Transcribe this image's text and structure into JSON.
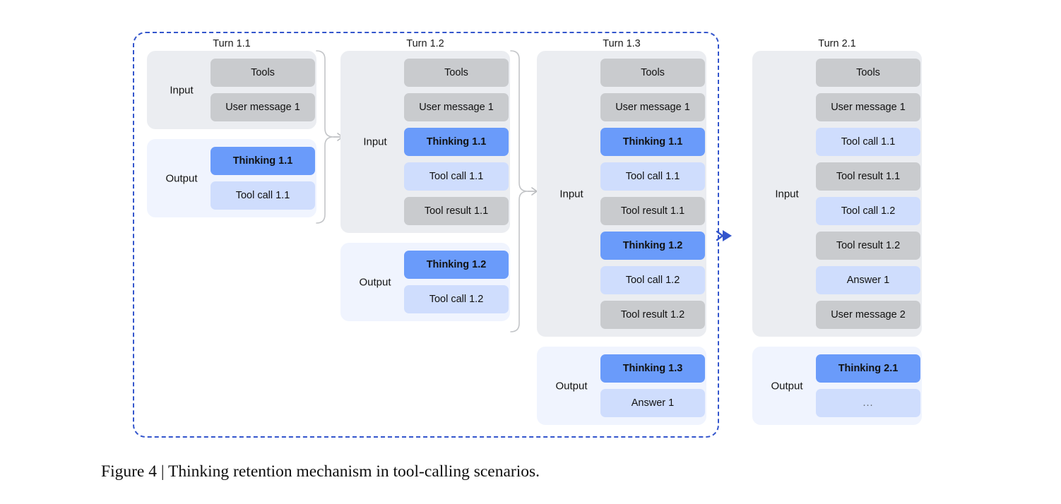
{
  "figure": {
    "caption": "Figure 4 | Thinking retention mechanism in tool-calling scenarios.",
    "top_cut_text": "",
    "colors": {
      "dashed_group_border": "#3355cc",
      "flow_arrow": "#3355cc",
      "input_section_bg": "#ebedf1",
      "output_section_bg": "#f0f4fe",
      "chip_gray": "#c9cbce",
      "chip_blue_strong": "#6a9bfa",
      "chip_blue_light": "#cfddfd",
      "brace": "#c3c5c8"
    }
  },
  "columns": [
    {
      "title": "Turn 1.1",
      "input": {
        "label": "Input",
        "items": [
          {
            "text": "Tools",
            "style": "gray"
          },
          {
            "text": "User message 1",
            "style": "gray"
          }
        ]
      },
      "output": {
        "label": "Output",
        "items": [
          {
            "text": "Thinking 1.1",
            "style": "blue-strong"
          },
          {
            "text": "Tool call 1.1",
            "style": "blue-light"
          }
        ]
      }
    },
    {
      "title": "Turn 1.2",
      "input": {
        "label": "Input",
        "items": [
          {
            "text": "Tools",
            "style": "gray"
          },
          {
            "text": "User message 1",
            "style": "gray"
          },
          {
            "text": "Thinking 1.1",
            "style": "blue-strong"
          },
          {
            "text": "Tool call 1.1",
            "style": "blue-light"
          },
          {
            "text": "Tool result 1.1",
            "style": "gray"
          }
        ]
      },
      "output": {
        "label": "Output",
        "items": [
          {
            "text": "Thinking 1.2",
            "style": "blue-strong"
          },
          {
            "text": "Tool call 1.2",
            "style": "blue-light"
          }
        ]
      }
    },
    {
      "title": "Turn 1.3",
      "input": {
        "label": "Input",
        "items": [
          {
            "text": "Tools",
            "style": "gray"
          },
          {
            "text": "User message 1",
            "style": "gray"
          },
          {
            "text": "Thinking 1.1",
            "style": "blue-strong"
          },
          {
            "text": "Tool call 1.1",
            "style": "blue-light"
          },
          {
            "text": "Tool result 1.1",
            "style": "gray"
          },
          {
            "text": "Thinking 1.2",
            "style": "blue-strong"
          },
          {
            "text": "Tool call 1.2",
            "style": "blue-light"
          },
          {
            "text": "Tool result 1.2",
            "style": "gray"
          }
        ]
      },
      "output": {
        "label": "Output",
        "items": [
          {
            "text": "Thinking 1.3",
            "style": "blue-strong"
          },
          {
            "text": "Answer 1",
            "style": "blue-light"
          }
        ]
      }
    },
    {
      "title": "Turn 2.1",
      "input": {
        "label": "Input",
        "items": [
          {
            "text": "Tools",
            "style": "gray"
          },
          {
            "text": "User message 1",
            "style": "gray"
          },
          {
            "text": "Tool call 1.1",
            "style": "blue-light"
          },
          {
            "text": "Tool result 1.1",
            "style": "gray"
          },
          {
            "text": "Tool call 1.2",
            "style": "blue-light"
          },
          {
            "text": "Tool result 1.2",
            "style": "gray"
          },
          {
            "text": "Answer 1",
            "style": "blue-light"
          },
          {
            "text": "User message 2",
            "style": "gray"
          }
        ]
      },
      "output": {
        "label": "Output",
        "items": [
          {
            "text": "Thinking 2.1",
            "style": "blue-strong"
          },
          {
            "text": "...",
            "style": "blue-light ellipsis"
          }
        ]
      }
    }
  ]
}
